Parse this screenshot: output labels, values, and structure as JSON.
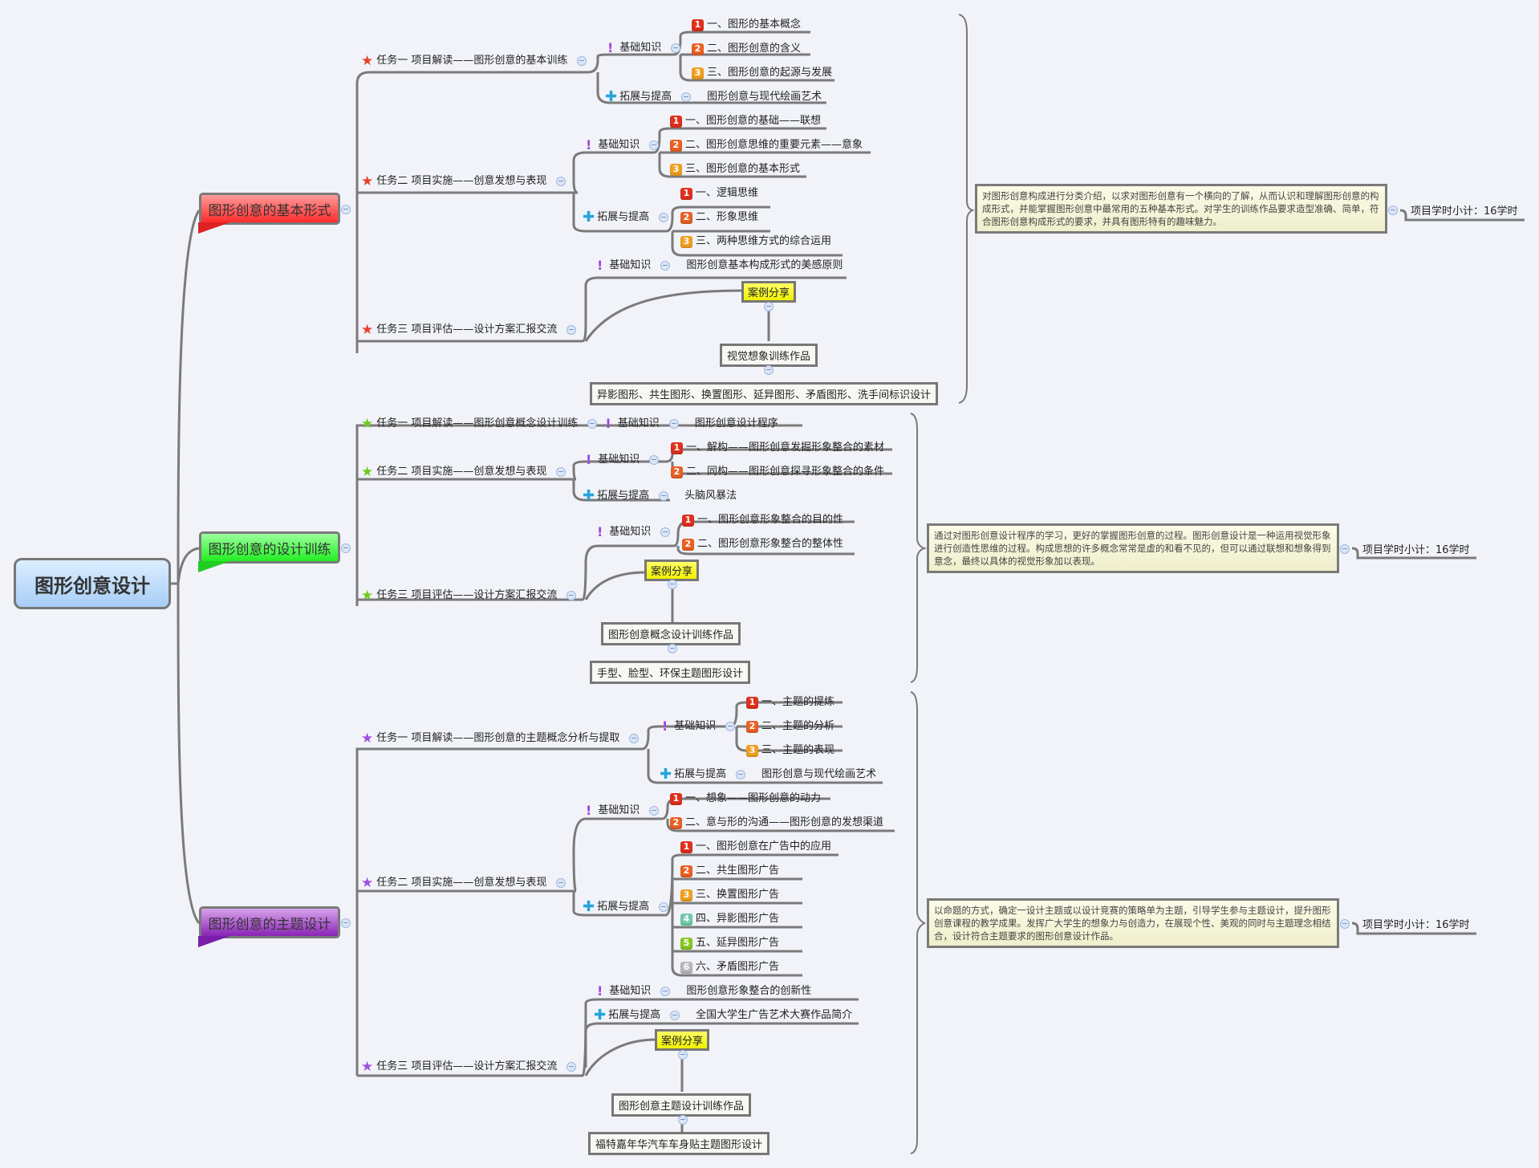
{
  "central": "图形创意设计",
  "colors": {
    "branch_line": "#7a7a7a",
    "red": "#ff3b3b",
    "green": "#33ee33",
    "purple": "#8a24b6",
    "case_yellow": "#ffff33",
    "note_bg": "#f4f4d8"
  },
  "icons": {
    "star": "star-icon",
    "knowledge": "exclamation-icon",
    "extension": "plus-icon",
    "collapse": "collapse-minus-icon",
    "priority": "priority-number-icon"
  },
  "labels": {
    "knowledge": "基础知识",
    "extension": "拓展与提高",
    "case": "案例分享"
  },
  "modules": [
    {
      "title": "图形创意的基本形式",
      "tasks": [
        {
          "label": "任务一 项目解读——图形创意的基本训练"
        },
        {
          "label": "任务二 项目实施——创意发想与表现"
        },
        {
          "label": "任务三 项目评估——设计方案汇报交流"
        }
      ],
      "items": {
        "t1_k": [
          "一、图形的基本概念",
          "二、图形创意的含义",
          "三、图形创意的起源与发展"
        ],
        "t1_e": "图形创意与现代绘画艺术",
        "t2_k": [
          "一、图形创意的基础——联想",
          "二、图形创意思维的重要元素——意象",
          "三、图形创意的基本形式"
        ],
        "t2_e": [
          "一、逻辑思维",
          "二、形象思维",
          "三、两种思维方式的综合运用"
        ],
        "t3_k": "图形创意基本构成形式的美感原则",
        "t3_work": "视觉想象训练作品",
        "t3_list": "异影图形、共生图形、换置图形、延异图形、矛盾图形、洗手间标识设计"
      },
      "note": "对图形创意构成进行分类介绍，以求对图形创意有一个横向的了解，从而认识和理解图形创意的构成形式，并能掌握图形创意中最常用的五种基本形式。对学生的训练作品要求造型准确、简单，符合图形创意构成形式的要求，并具有图形特有的趣味魅力。",
      "hours": "项目学时小计：16学时"
    },
    {
      "title": "图形创意的设计训练",
      "tasks": [
        {
          "label": "任务一 项目解读——图形创意概念设计训练"
        },
        {
          "label": "任务二 项目实施——创意发想与表现"
        },
        {
          "label": "任务三 项目评估——设计方案汇报交流"
        }
      ],
      "items": {
        "t1_k": "图形创意设计程序",
        "t2_k": [
          "一、解构——图形创意发掘形象整合的素材",
          "二、同构——图形创意探寻形象整合的条件"
        ],
        "t2_e": "头脑风暴法",
        "t3_k": [
          "一、图形创意形象整合的目的性",
          "二、图形创意形象整合的整体性"
        ],
        "t3_work": "图形创意概念设计训练作品",
        "t3_list": "手型、脸型、环保主题图形设计"
      },
      "note": "通过对图形创意设计程序的学习，更好的掌握图形创意的过程。图形创意设计是一种运用视觉形象进行创造性思维的过程。构成思想的许多概念常常是虚的和看不见的，但可以通过联想和想象得到意念，最终以具体的视觉形象加以表现。",
      "hours": "项目学时小计：16学时"
    },
    {
      "title": "图形创意的主题设计",
      "tasks": [
        {
          "label": "任务一 项目解读——图形创意的主题概念分析与提取"
        },
        {
          "label": "任务二 项目实施——创意发想与表现"
        },
        {
          "label": "任务三 项目评估——设计方案汇报交流"
        }
      ],
      "items": {
        "t1_k": [
          "一、主题的提炼",
          "二、主题的分析",
          "三、主题的表现"
        ],
        "t1_e": "图形创意与现代绘画艺术",
        "t2_k": [
          "一、想象——图形创意的动力",
          "二、意与形的沟通——图形创意的发想渠道"
        ],
        "t2_e": [
          "一、图形创意在广告中的应用",
          "二、共生图形广告",
          "三、换置图形广告",
          "四、异影图形广告",
          "五、延异图形广告",
          "六、矛盾图形广告"
        ],
        "t3_k": "图形创意形象整合的创新性",
        "t3_e": "全国大学生广告艺术大赛作品简介",
        "t3_work": "图形创意主题设计训练作品",
        "t3_list": "福特嘉年华汽车车身贴主题图形设计"
      },
      "note": "以命题的方式，确定一设计主题或以设计竞赛的策略单为主题，引导学生参与主题设计，提升图形创意课程的教学成果。发挥广大学生的想象力与创造力，在展现个性、美观的同时与主题理念相结合，设计符合主题要求的图形创意设计作品。",
      "hours": "项目学时小计：16学时"
    }
  ]
}
